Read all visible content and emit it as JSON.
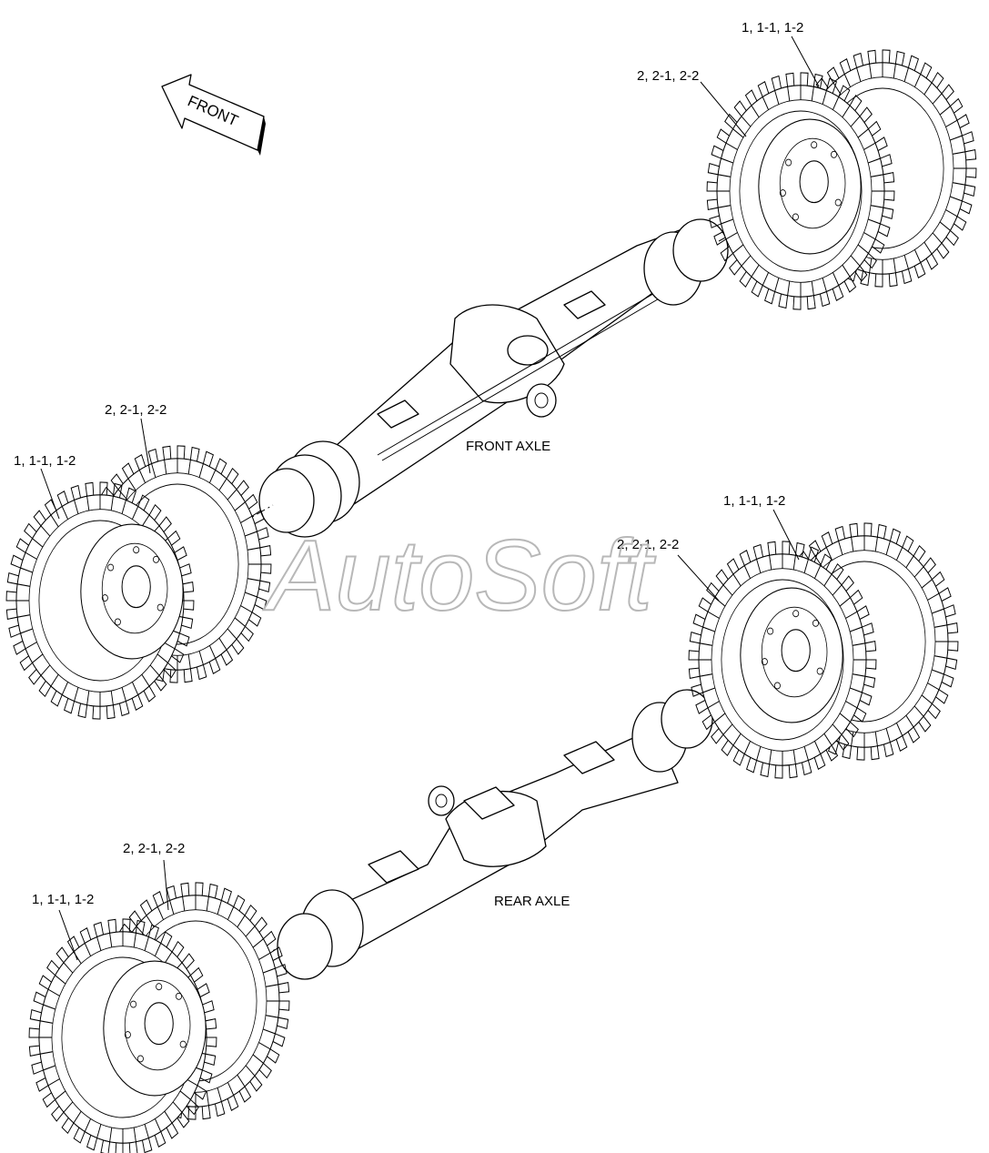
{
  "direction_arrow": {
    "label": "FRONT",
    "icon": "front-direction-arrow-icon"
  },
  "watermark": {
    "text": "AutoSoft",
    "color": "#b8b8b8"
  },
  "axles": [
    {
      "id": "front",
      "label": "FRONT AXLE"
    },
    {
      "id": "rear",
      "label": "REAR AXLE"
    }
  ],
  "callouts": {
    "front_right_outer": "1, 1-1, 1-2",
    "front_right_inner": "2, 2-1, 2-2",
    "front_left_inner": "2, 2-1, 2-2",
    "front_left_outer": "1, 1-1, 1-2",
    "rear_right_outer": "1, 1-1, 1-2",
    "rear_right_inner": "2, 2-1, 2-2",
    "rear_left_inner": "2, 2-1, 2-2",
    "rear_left_outer": "1, 1-1, 1-2"
  }
}
